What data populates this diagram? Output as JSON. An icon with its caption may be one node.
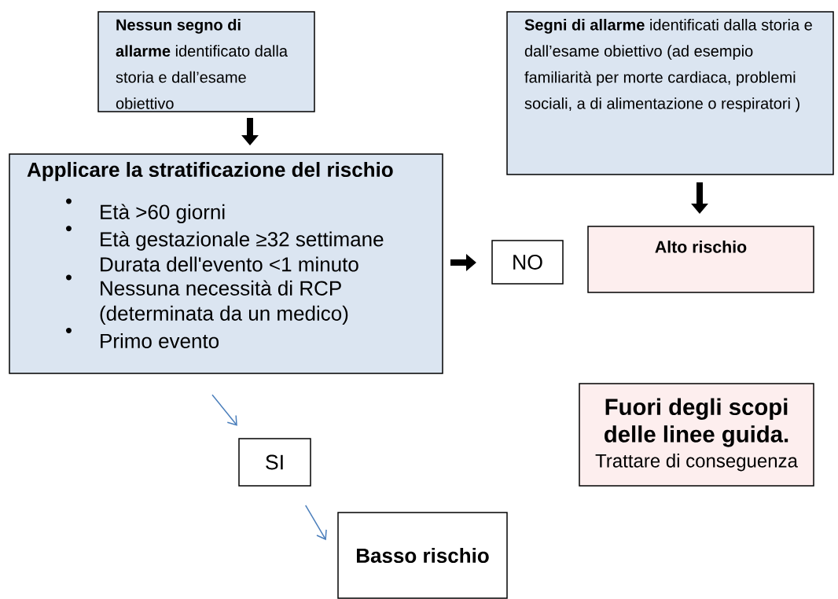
{
  "diagram": {
    "nodes": [
      {
        "text": [
          "**Nessun segno di allarme** identificato dalla storia e dall’esame obiettivo"
        ]
      },
      {
        "text": [
          "**Segni di allarme** identificati dalla storia e dall’esame obiettivo (ad esempio familiarità per morte cardiaca, problemi sociali, a di alimentazione o respiratori )"
        ]
      },
      {
        "text": [
          "Applicare la stratificazione del rischio",
          "Età >60 giorni",
          "Età gestazionale ≥32 settimane Durata dell'evento <1 minuto",
          "Nessuna necessità di RCP (determinata da un medico)",
          "Primo evento"
        ]
      },
      {
        "text": [
          "NO"
        ]
      },
      {
        "text": [
          "Alto rischio"
        ]
      },
      {
        "text": [
          "Fuori degli scopi delle linee guida.",
          "Trattare di conseguenza"
        ]
      },
      {
        "text": [
          "SI"
        ]
      },
      {
        "text": [
          "Basso rischio"
        ]
      }
    ],
    "edges": [
      {
        "from": 0,
        "to": 2,
        "arrow": "to"
      },
      {
        "from": 1,
        "to": 4,
        "arrow": "to"
      },
      {
        "from": 2,
        "to": 3,
        "arrow": "to"
      },
      {
        "from": 2,
        "to": 6,
        "arrow": "to",
        "color": "#4a7ebb"
      },
      {
        "from": 6,
        "to": 7,
        "arrow": "to",
        "color": "#4a7ebb"
      }
    ]
  }
}
